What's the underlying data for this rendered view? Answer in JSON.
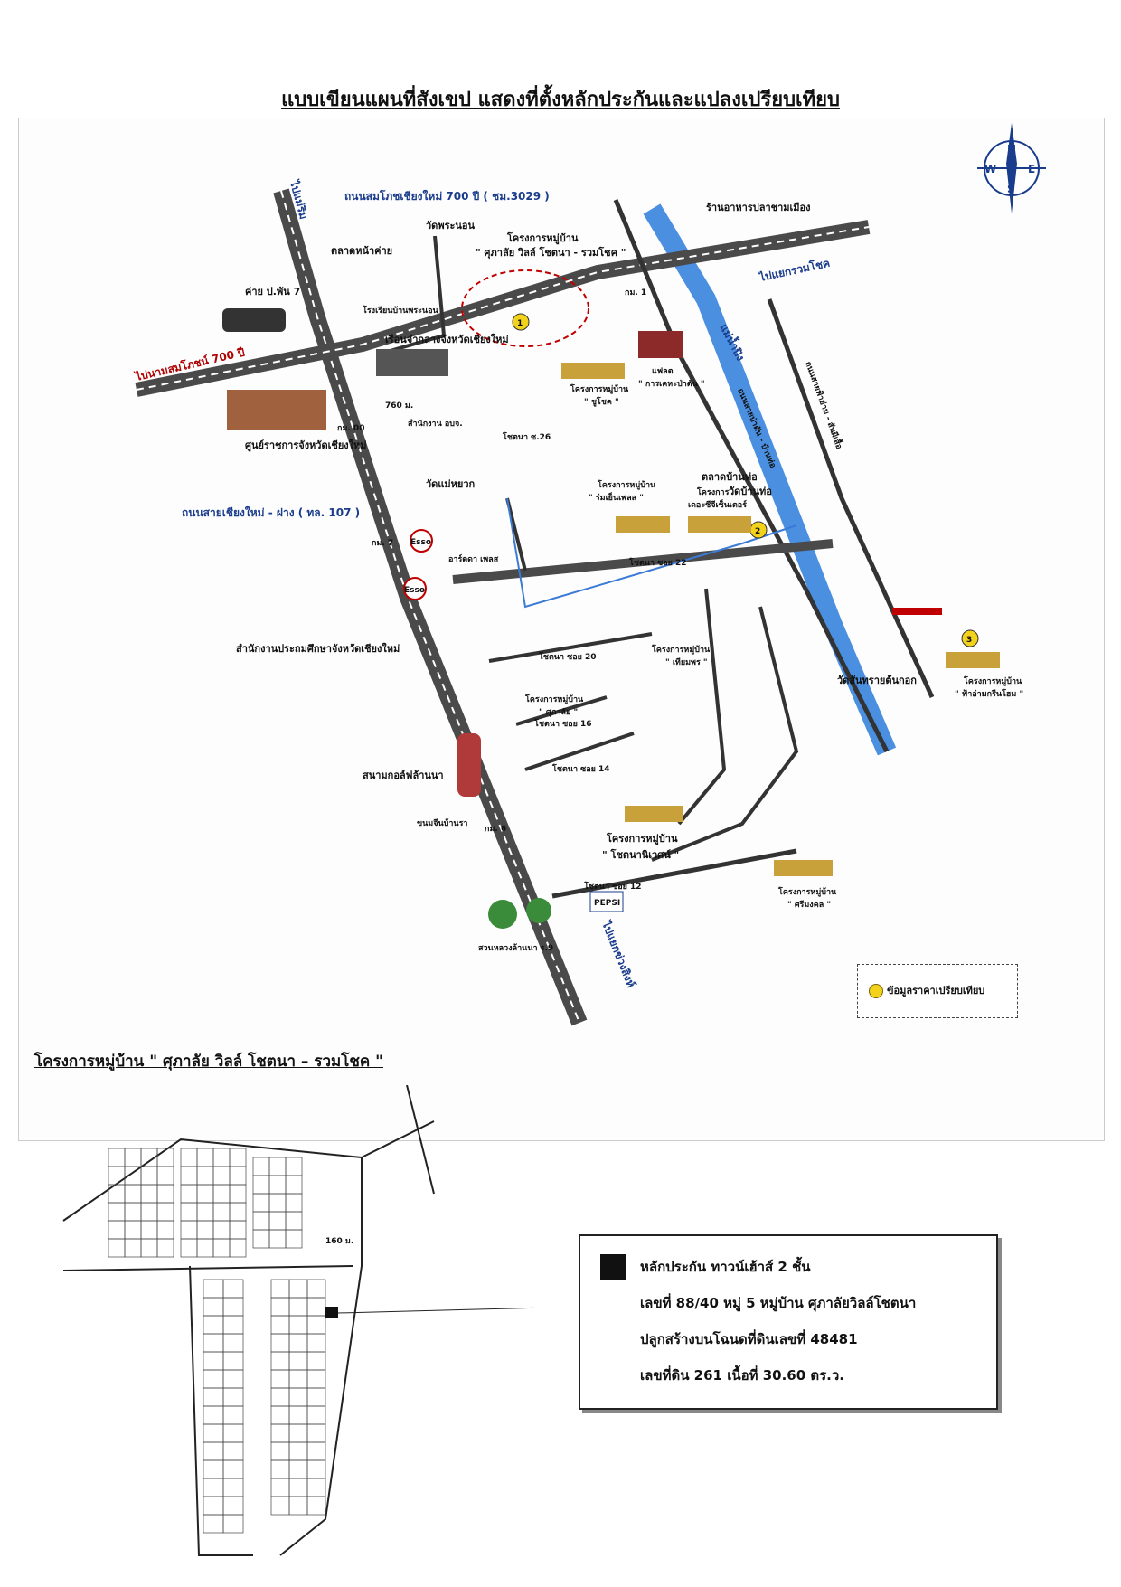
{
  "title": "แบบเขียนแผนที่สังเขป แสดงที่ตั้งหลักประกันและแปลงเปรียบเทียบ",
  "compass": {
    "n": "N",
    "s": "S",
    "e": "E",
    "w": "W"
  },
  "roads": {
    "top_road": "ถนนสมโภชเชียงใหม่ 700 ปี ( ชม.3029 )",
    "left_road": "ไปนามสมโภชน์ 700 ปี",
    "to_mae_rim": "ไปแม่ริม",
    "to_ruam_chok": "ไปแยกรวมโชค",
    "highway_107": "ถนนสายเชียงใหม่ - ฝาง ( ทล. 107 )",
    "to_khuang_sing": "ไปแยกข่วงสิงห์",
    "river": "แม่น้ำปิง",
    "east_road": "ถนนสายฟ้าฮ่าม - สันผีเสื้อ",
    "river_road": "ถนนสายป่าตัน - บ้านท่อ"
  },
  "places": {
    "market_camp": "ตลาดหน้าค่าย",
    "wat_phranon": "วัดพระนอน",
    "project1_a": "โครงการหมู่บ้าน",
    "project1_b": "\" ศุภาลัย วิลล์ โชตนา - รวมโชค \"",
    "camp": "ค่าย ป.พัน 7",
    "school": "โรงเรียนบ้านพระนอน",
    "prison": "เรือนจำกลางจังหวัดเชียงใหม่",
    "govt_center": "ศูนย์ราชการจังหวัดเชียงใหม่",
    "km1": "กม. 1",
    "km0": "กม. 00",
    "km7": "กม. 7",
    "km6": "กม. 6",
    "dist_760": "760 ม.",
    "office": "สำนักงาน อบจ.",
    "restaurant": "ร้านอาหารปลาชามเมือง",
    "flat_a": "แฟลต",
    "flat_b": "\" การเคหะป่าตัน \"",
    "project_chuchot_a": "โครงการหมู่บ้าน",
    "project_chuchot_b": "\" ชูโชค \"",
    "wat_mae_yuak": "วัดแม่หยวก",
    "market_ban_tho": "ตลาดบ้านท่อ",
    "wat_ban_tho": "วัดบ้านท่อ",
    "project_romyen_a": "โครงการหมู่บ้าน",
    "project_romyen_b": "\" ร่มเย็นเพลส \"",
    "project_center": "โครงการ",
    "center_name": "เดอะซีจีเซ็นเตอร์",
    "esso": "Esso",
    "city_place": "อาร์ตดา เพลส",
    "school_office": "สำนักงานประถมศึกษาจังหวัดเชียงใหม่",
    "project_tiamporn_a": "โครงการหมู่บ้าน",
    "project_tiamporn_b": "\" เทียมพร \"",
    "project_supalai_a": "โครงการหมู่บ้าน",
    "project_supalai_b": "\" ศุภาลัย \"",
    "wat_san_sai": "วัดสันทรายต้นกอก",
    "project_green_a": "โครงการหมู่บ้าน",
    "project_green_b": "\" ฟ้าอ่ามกรีนโฮม \"",
    "golf": "สนามกอล์ฟล้านนา",
    "khanom": "ขนมจีนบ้านรา",
    "project_chotana_a": "โครงการหมู่บ้าน",
    "project_chotana_b": "\" โชตนานิเวศน์ \"",
    "project_seemongkol_a": "โครงการหมู่บ้าน",
    "project_seemongkol_b": "\" ศรีมงคล \"",
    "suan_luang": "สวนหลวงล้านนา ร.9",
    "pepsi": "PEPSI",
    "soi_22": "โชตนา ซอย 22",
    "soi_20": "โชตนา ซอย 20",
    "soi_16": "โชตนา ซอย 16",
    "soi_14": "โชตนา ซอย 14",
    "soi_12": "โชตนา ซอย 12",
    "soi_26": "โชตนา ซ.26",
    "marker1": "1",
    "marker2": "2",
    "marker3": "3"
  },
  "legend": {
    "label": "ข้อมูลราคาเปรียบเทียบ",
    "color": "#f2d21b"
  },
  "subtitle": "โครงการหมู่บ้าน \" ศุภาลัย วิลล์ โชตนา – รวมโชค \"",
  "plan": {
    "scale_label": "160 ม."
  },
  "collateral": {
    "line1": "หลักประกัน ทาวน์เฮ้าส์ 2 ชั้น",
    "line2": "เลขที่ 88/40 หมู่ 5 หมู่บ้าน ศุภาลัยวิลล์โชตนา",
    "line3": "ปลูกสร้างบนโฉนดที่ดินเลขที่ 48481",
    "line4": "เลขที่ดิน 261 เนื้อที่ 30.60 ตร.ว."
  },
  "colors": {
    "road": "#4a4a4a",
    "river": "#4a8fe0",
    "accent": "#c0561b",
    "marker": "#f2d21b"
  }
}
